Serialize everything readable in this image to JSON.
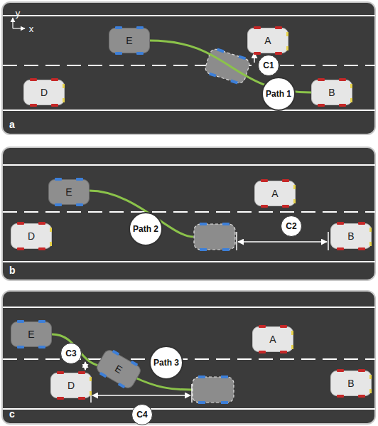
{
  "diagram": {
    "nodes": [
      {
        "text": [
          "a"
        ]
      },
      {
        "text": [
          "E"
        ],
        "in": 0
      },
      {
        "text": [
          "A"
        ],
        "in": 0
      },
      {
        "text": [
          "D"
        ],
        "in": 0
      },
      {
        "text": [
          "Path 1"
        ],
        "in": 0
      },
      {
        "text": [
          "B"
        ],
        "in": 0
      },
      {
        "text": [
          "b"
        ]
      },
      {
        "text": [
          "E"
        ],
        "in": 6
      },
      {
        "text": [
          "A"
        ],
        "in": 6
      },
      {
        "text": [
          "D"
        ],
        "in": 6
      },
      {
        "text": [
          "Path 2"
        ],
        "in": 6
      },
      {
        "text": [
          "B"
        ],
        "in": 6
      },
      {
        "text": [
          "c"
        ]
      },
      {
        "text": [
          "E"
        ],
        "in": 12
      },
      {
        "text": [
          "A"
        ],
        "in": 12
      },
      {
        "text": [
          "E"
        ],
        "in": 12
      },
      {
        "text": [
          "D"
        ],
        "in": 12
      },
      {
        "text": [
          "Path 3"
        ],
        "in": 12
      },
      {
        "text": [
          "B"
        ],
        "in": 12
      }
    ],
    "edges": [
      {
        "from": 1,
        "to": 5,
        "arrow": "none"
      },
      {
        "from": 13,
        "to": 15,
        "arrow": "none"
      }
    ],
    "labels": [
      "y",
      "x",
      "C1",
      "C2",
      "C3",
      "C4"
    ]
  }
}
